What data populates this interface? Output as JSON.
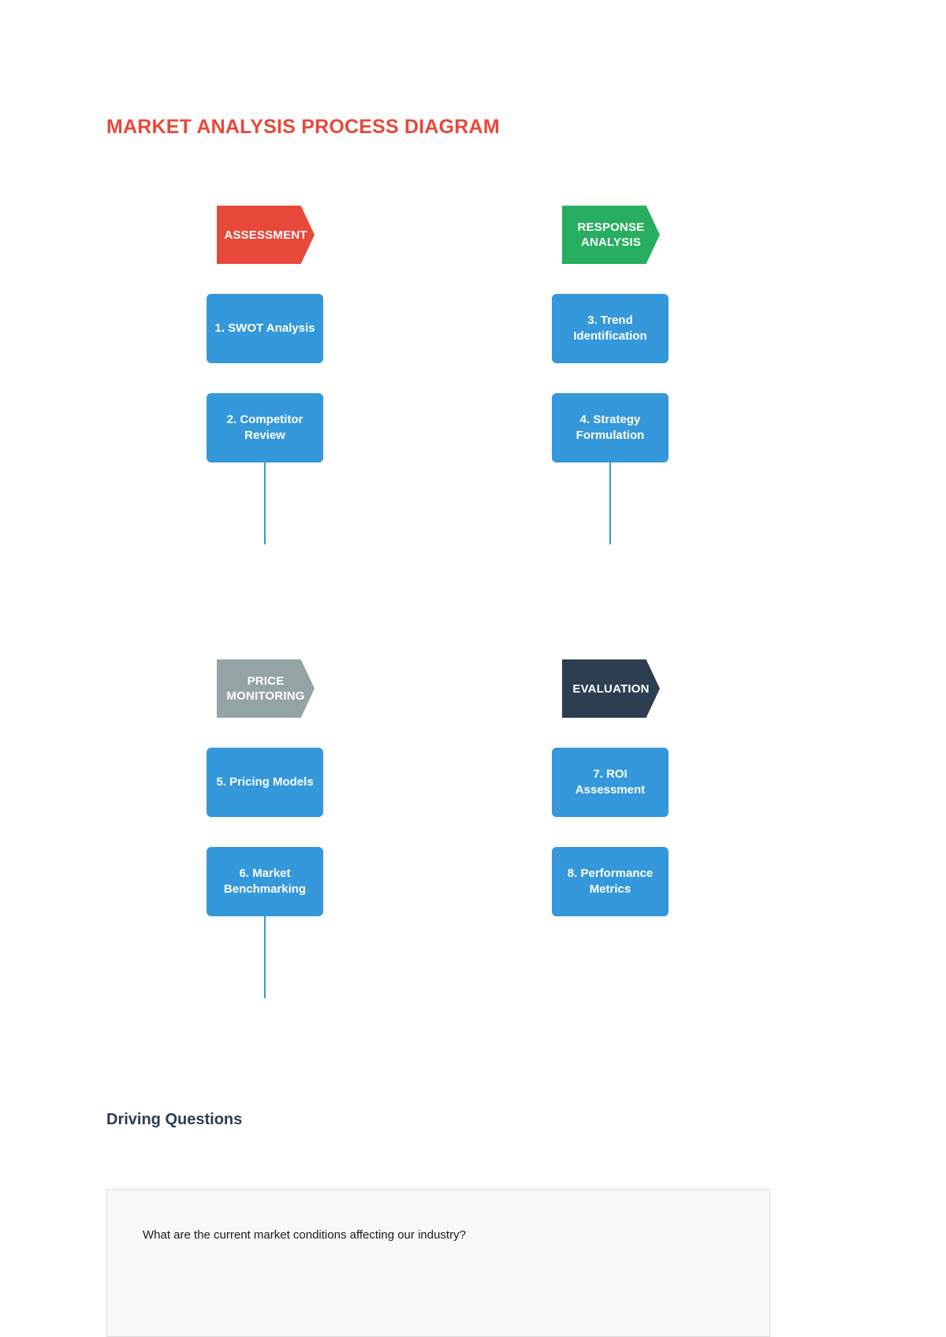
{
  "document": {
    "title": "MARKET ANALYSIS PROCESS DIAGRAM",
    "title_color": "#e8483a"
  },
  "theme": {
    "node_blue": "#3498db",
    "banner_red": "#e8483a",
    "banner_green": "#27ae60",
    "banner_gray": "#94a4a4",
    "banner_navy": "#2c3e50",
    "heading_navy": "#2c3e50",
    "panel_background": "#f8f8f8",
    "panel_border": "#dddddd"
  },
  "diagram": {
    "groups": [
      {
        "id": "assessment",
        "banner_label": "ASSESSMENT",
        "banner_color": "#e8483a",
        "nodes": [
          {
            "label": "1. SWOT Analysis"
          },
          {
            "label": "2. Competitor\nReview"
          }
        ],
        "has_connector": true
      },
      {
        "id": "response-analysis",
        "banner_label": "RESPONSE\nANALYSIS",
        "banner_color": "#27ae60",
        "nodes": [
          {
            "label": "3. Trend\nIdentification"
          },
          {
            "label": "4. Strategy\nFormulation"
          }
        ],
        "has_connector": true
      },
      {
        "id": "price-monitoring",
        "banner_label": "PRICE\nMONITORING",
        "banner_color": "#94a4a4",
        "nodes": [
          {
            "label": "5. Pricing Models"
          },
          {
            "label": "6. Market\nBenchmarking"
          }
        ],
        "has_connector": true
      },
      {
        "id": "evaluation",
        "banner_label": "EVALUATION",
        "banner_color": "#2c3e50",
        "nodes": [
          {
            "label": "7. ROI\nAssessment"
          },
          {
            "label": "8. Performance\nMetrics"
          }
        ],
        "has_connector": false
      }
    ]
  },
  "questions": {
    "heading": "Driving Questions",
    "items": [
      "What are the current market conditions affecting our industry?"
    ]
  }
}
